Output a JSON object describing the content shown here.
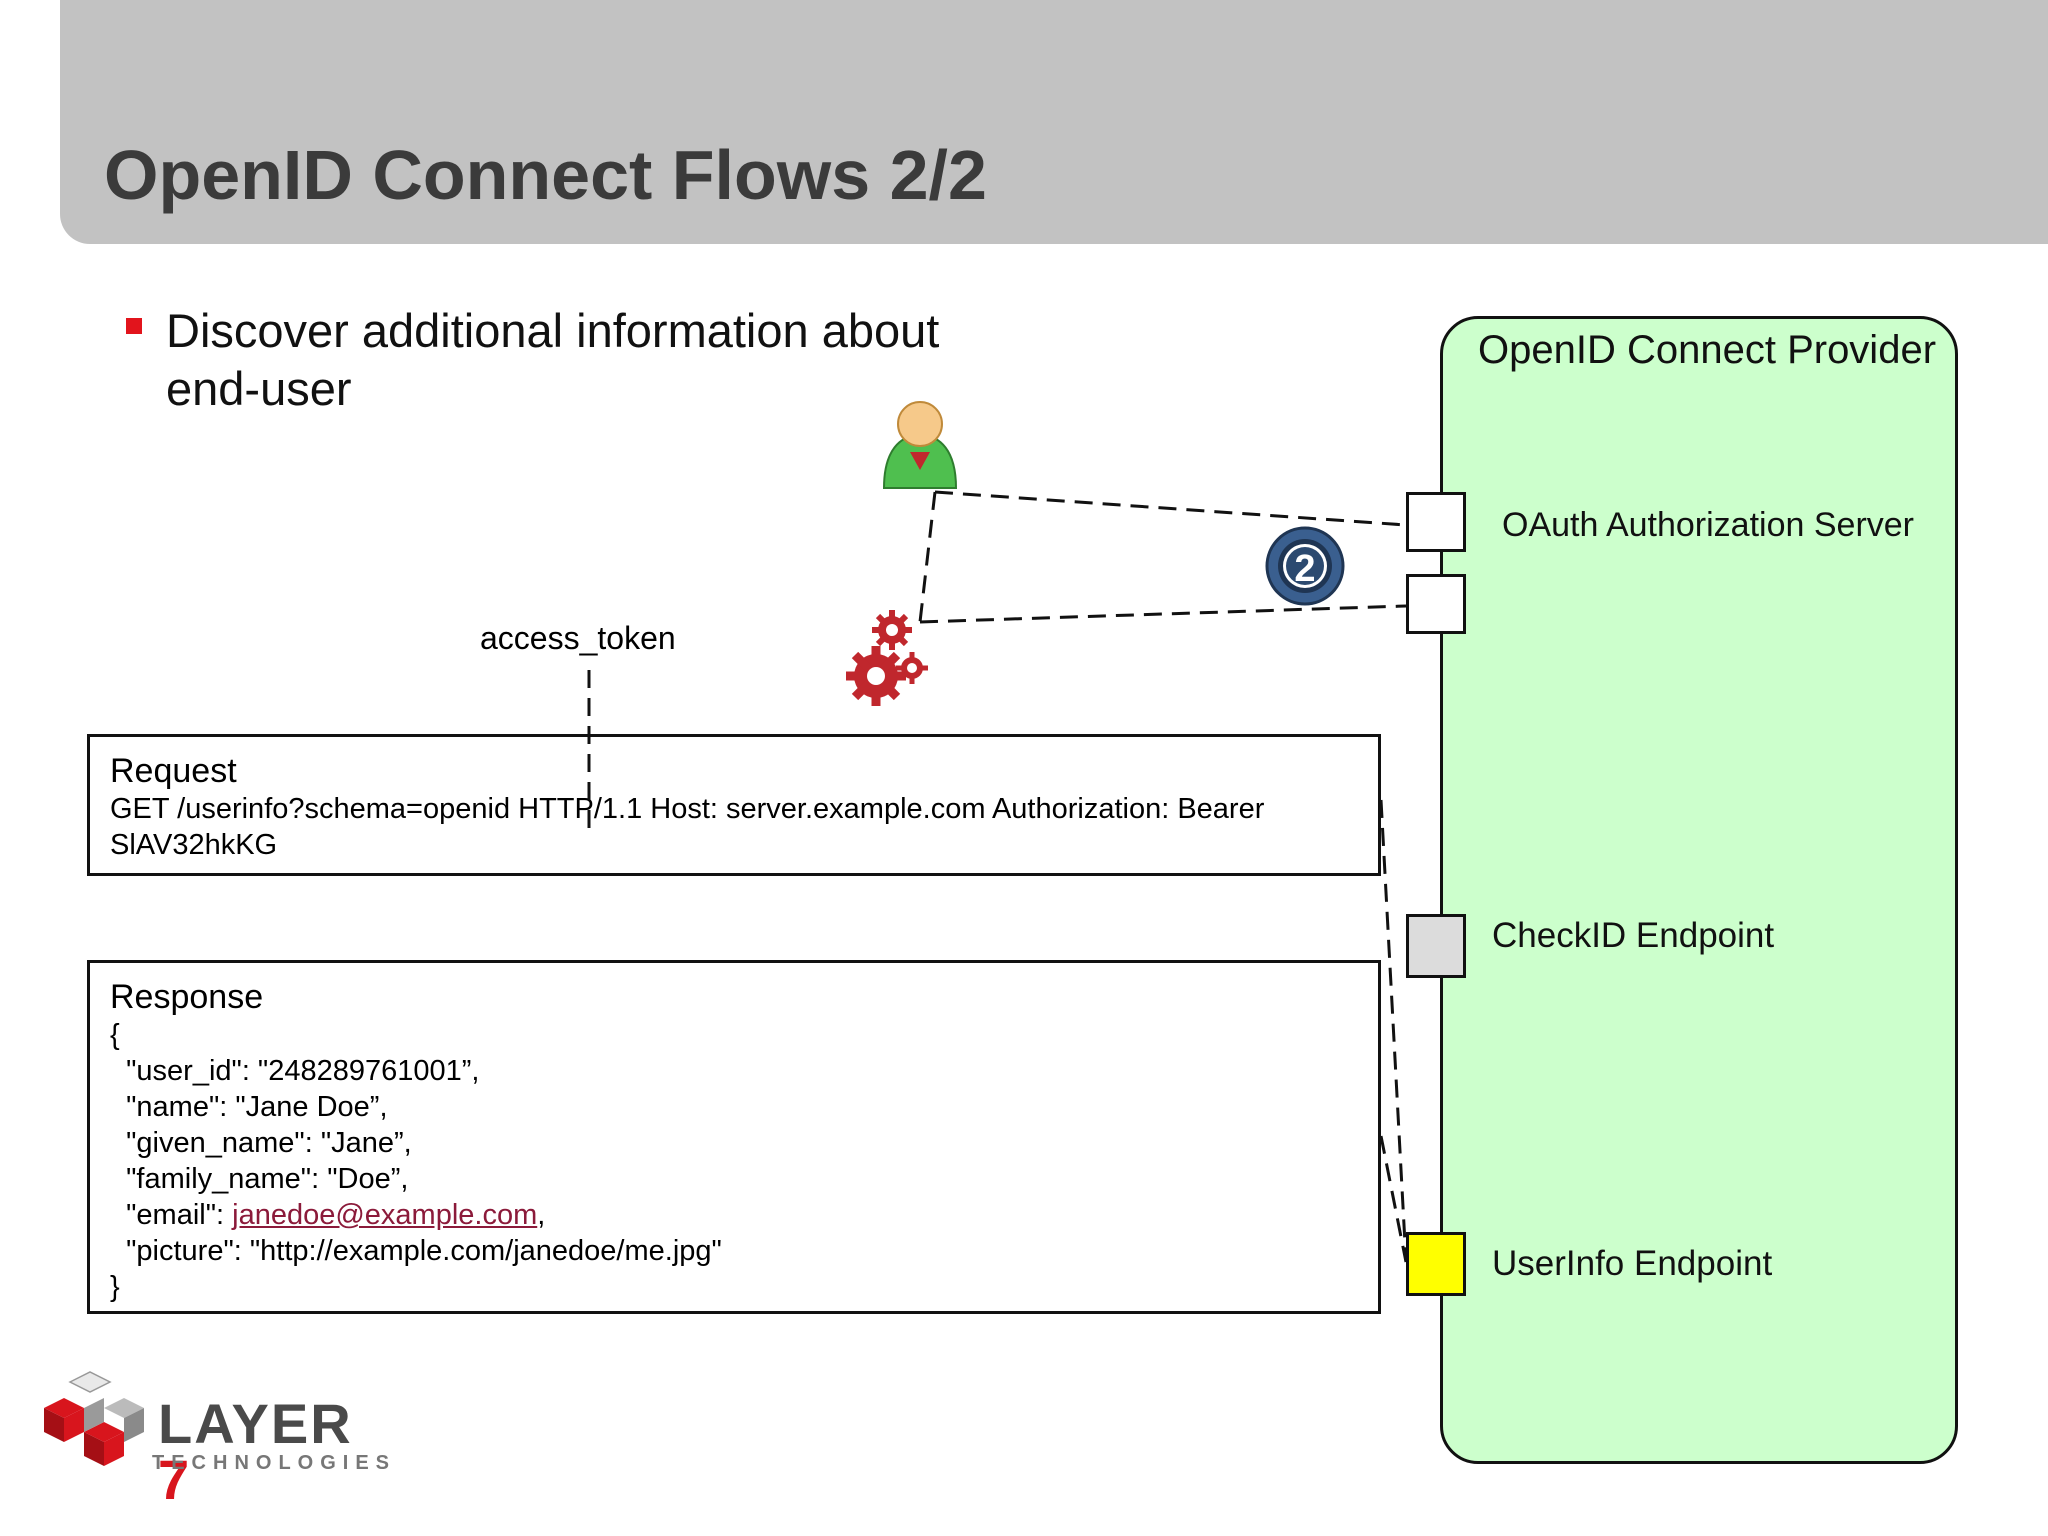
{
  "slide": {
    "title": "OpenID Connect Flows 2/2",
    "bullet": "Discover additional information about end-user"
  },
  "provider": {
    "title": "OpenID Connect Provider",
    "oauth_server": "OAuth Authorization Server",
    "checkid": "CheckID Endpoint",
    "userinfo": "UserInfo Endpoint"
  },
  "oauth_badge": {
    "number": "2"
  },
  "access_token_label": "access_token",
  "request": {
    "title": "Request",
    "line1": "GET /userinfo?schema=openid HTTP/1.1 Host: server.example.com Authorization: Bearer",
    "line2": "SlAV32hkKG"
  },
  "response": {
    "title": "Response",
    "open_brace": "{",
    "user_id": "  \"user_id\": \"248289761001”,",
    "name": "  \"name\": \"Jane Doe”,",
    "given_name": "  \"given_name\": \"Jane”,",
    "family_name": "  \"family_name\": \"Doe”,",
    "email_key": "  \"email\": ",
    "email_value": "janedoe@example.com",
    "email_suffix": ",",
    "picture": "  \"picture\": \"http://example.com/janedoe/me.jpg\"",
    "close_brace": "}"
  },
  "logo": {
    "word": "LAYER",
    "number": "7",
    "sub": "TECHNOLOGIES"
  },
  "colors": {
    "title_bar": "#c2c2c2",
    "provider_fill": "#ccffcc",
    "userinfo_box": "#ffff00",
    "checkid_box": "#dcdcdc",
    "bullet": "#e2141c",
    "gear": "#c0272d"
  },
  "icons": {
    "user": "user-avatar-icon",
    "gears": "gears-icon",
    "oauth": "oauth2-badge-icon"
  }
}
